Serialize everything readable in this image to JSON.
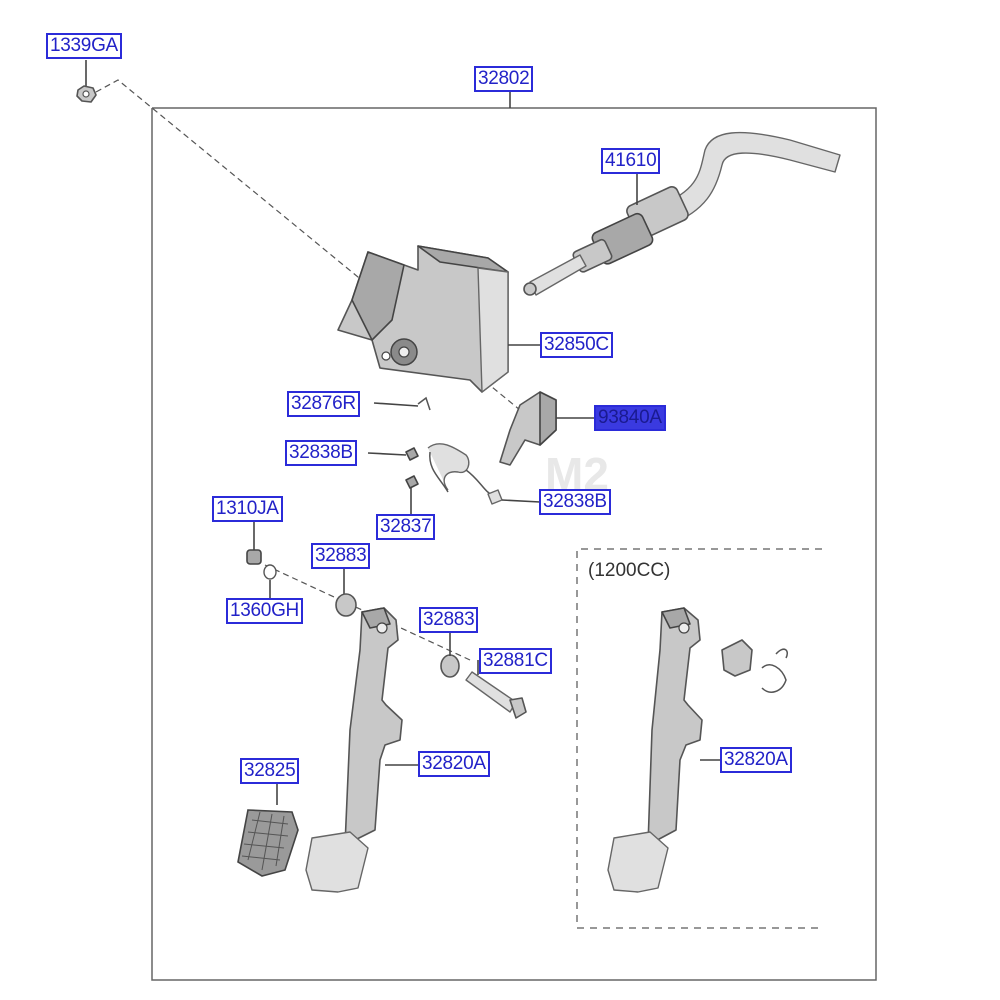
{
  "labels": {
    "l1339GA": "1339GA",
    "l32802": "32802",
    "l41610": "41610",
    "l32850C": "32850C",
    "l32876R": "32876R",
    "l93840A": "93840A",
    "l32838B_1": "32838B",
    "l32838B_2": "32838B",
    "l32837": "32837",
    "l1310JA": "1310JA",
    "l32883_1": "32883",
    "l1360GH": "1360GH",
    "l32883_2": "32883",
    "l32881C": "32881C",
    "l32825": "32825",
    "l32820A_1": "32820A",
    "l32820A_2": "32820A"
  },
  "variant_caption": "(1200CC)",
  "selected_label": "93840A",
  "colors": {
    "label_border": "#2b2bd9",
    "label_text": "#2222c8",
    "selected_fill": "#3a3ae0"
  }
}
